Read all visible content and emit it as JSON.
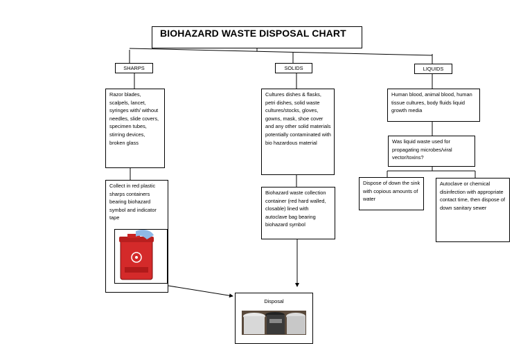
{
  "title": "BIOHAZARD WASTE DISPOSAL CHART",
  "categories": {
    "sharps": "SHARPS",
    "solids": "SOLIDS",
    "liquids": "LIQUIDS"
  },
  "sharps": {
    "examples": "Razor blades, scalpels, lancet, syringes with/ without needles, slide covers, specimen tubes, stirring devices, broken glass",
    "instruction": "Collect in red plastic sharps containers bearing biohazard symbol and indicator tape"
  },
  "solids": {
    "examples": "Cultures dishes & flasks, petri dishes, solid waste cultures/stocks, gloves, gowns, mask, shoe cover and any other solid materials potentially contaminated with bio hazardous material",
    "instruction": "Biohazard waste collection container (red hard walled, closable) lined with autoclave bag bearing biohazard symbol"
  },
  "liquids": {
    "examples": "Human blood, animal blood, human tissue cultures, body fluids liquid growth media",
    "question": "Was liquid waste used for propagating microbes/viral vector/toxins?",
    "no_branch": "Dispose of down the sink with copious amounts of water",
    "yes_branch": "Autoclave or chemical disinfection with appropriate contact time, then dispose of down sanitary sewer"
  },
  "disposal": {
    "label": "Disposal"
  },
  "colors": {
    "sharps_container": "#d42a2a",
    "glove": "#8fb8e6"
  }
}
